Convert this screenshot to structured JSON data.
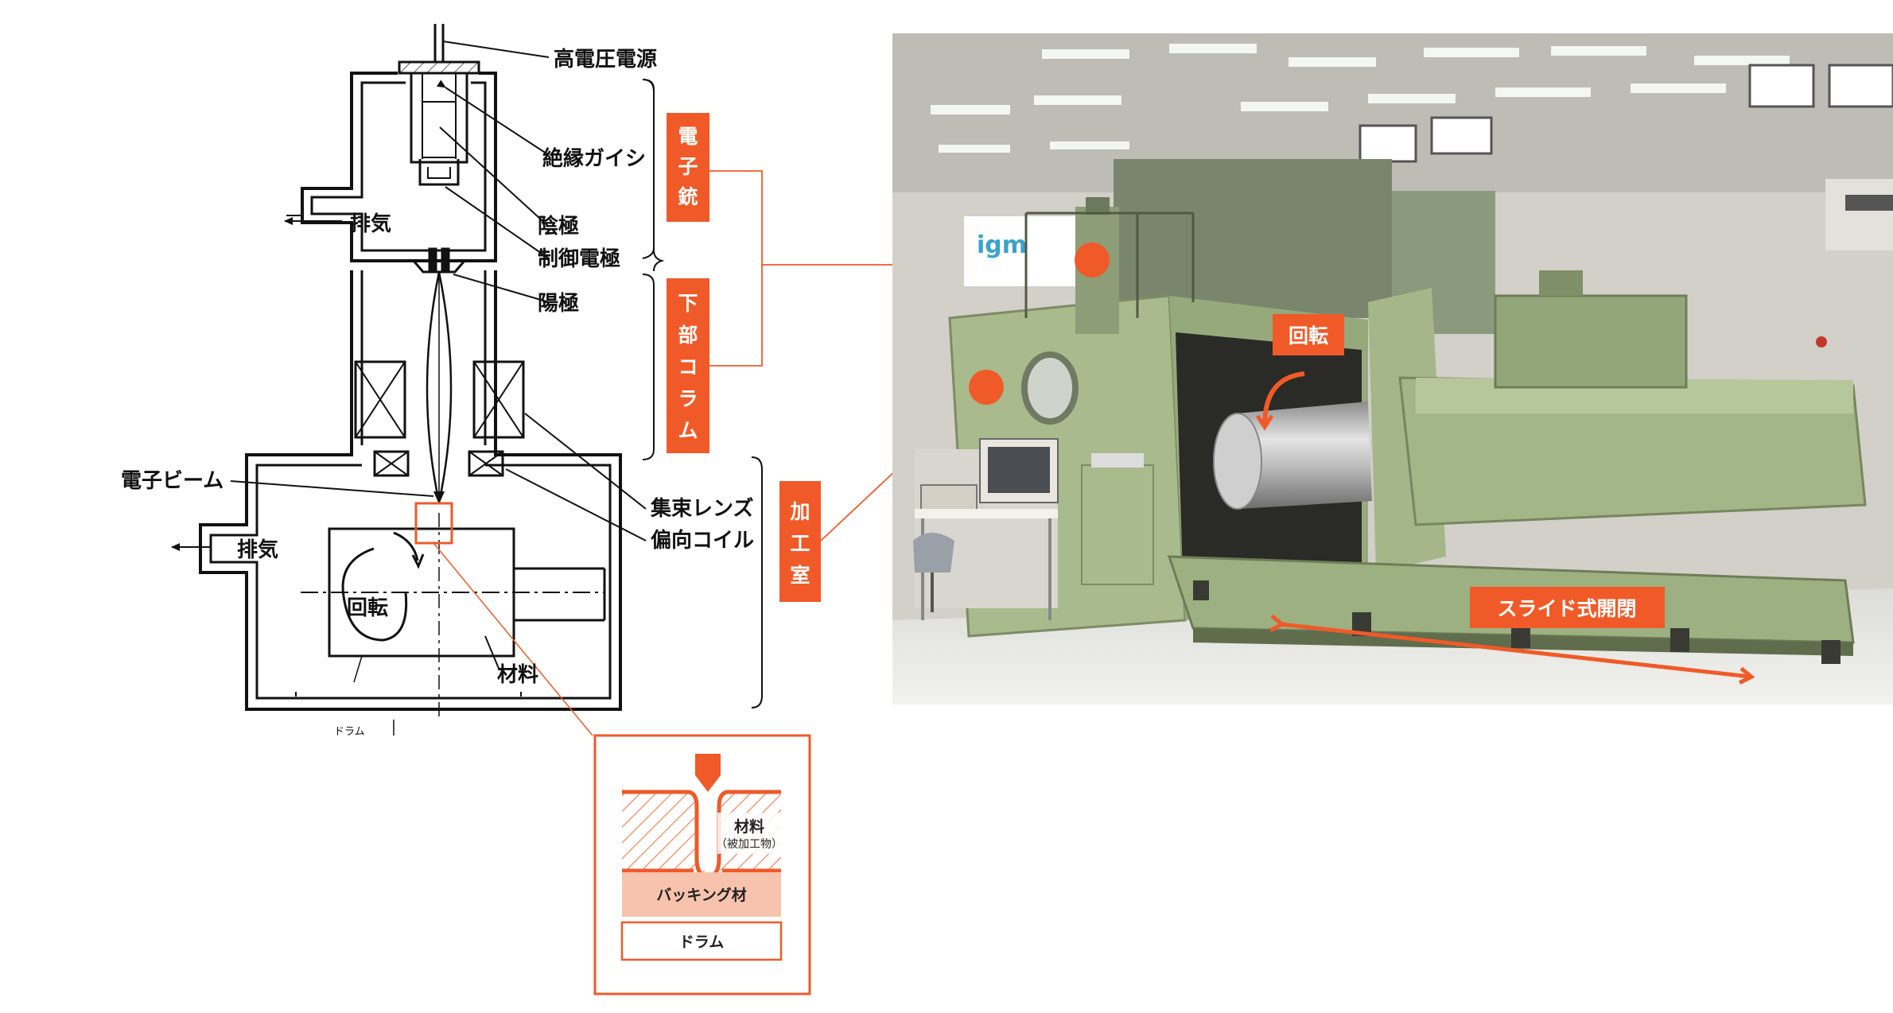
{
  "labels": {
    "power_source": "高電圧電源",
    "insulator": "絶縁ガイシ",
    "cathode": "陰極",
    "control_electrode": "制御電極",
    "anode": "陽極",
    "exhaust_top": "排気",
    "exhaust_bottom": "排気",
    "electron_beam": "電子ビーム",
    "focusing_lens": "集束レンズ",
    "deflection_coil": "偏向コイル",
    "rotation": "回転",
    "material": "材料",
    "drum": "ドラム"
  },
  "tags": {
    "gun": [
      "電",
      "子",
      "銃"
    ],
    "column": [
      "下",
      "部",
      "コ",
      "ラ",
      "ム"
    ],
    "chamber": [
      "加",
      "工",
      "室"
    ]
  },
  "detail": {
    "material": "材料",
    "material_sub": "（被加工物）",
    "backing": "バッキング材",
    "drum": "ドラム"
  },
  "photo": {
    "logo": "igm",
    "rotation_tag": "回転",
    "slide_tag": "スライド式開閉"
  },
  "colors": {
    "accent": "#f05a28",
    "backing": "#f7c3ad",
    "machine": "#a4b98a"
  }
}
